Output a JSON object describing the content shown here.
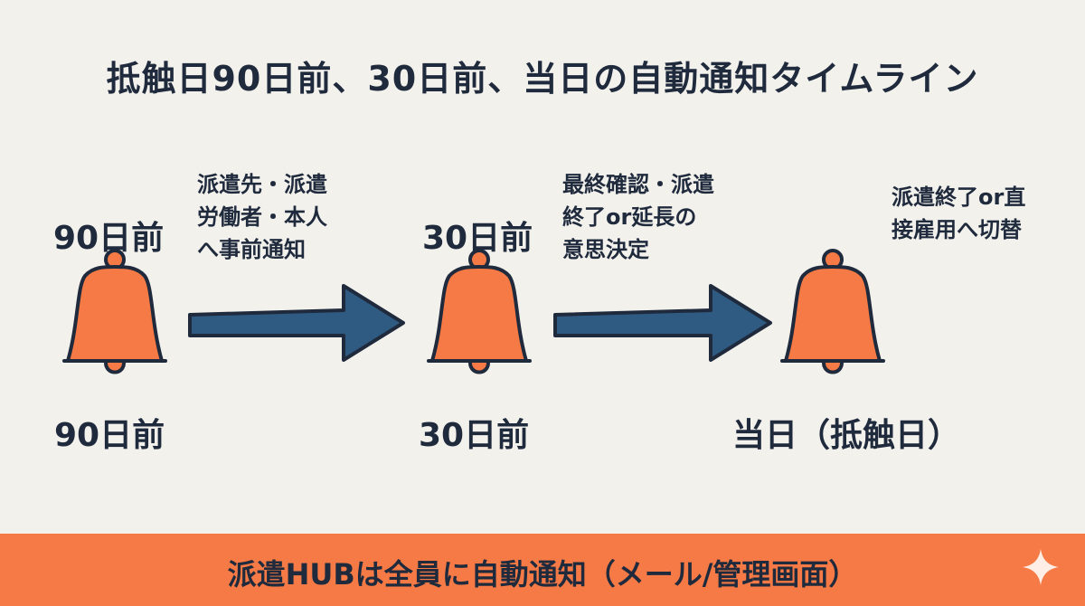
{
  "title": "抵触日90日前、30日前、当日の自動通知タイムライン",
  "milestones": [
    {
      "upper_label": "90日前",
      "lower_label": "90日前",
      "note_lines": [
        "派遣先・派遣",
        "労働者・本人",
        "へ事前通知"
      ]
    },
    {
      "upper_label": "30日前",
      "lower_label": "30日前",
      "note_lines": [
        "最終確認・派遣",
        "終了or延長の",
        "意思決定"
      ]
    },
    {
      "upper_label": "",
      "lower_label": "当日（抵触日）",
      "note_lines": [
        "派遣終了or直",
        "接雇用へ切替"
      ]
    }
  ],
  "banner": {
    "text": "派遣HUBは全員に自動通知（メール/管理画面）"
  },
  "colors": {
    "background": "#f3f1ec",
    "bell": "#f57a45",
    "arrow": "#2f5b82",
    "text": "#1f2a3d",
    "banner": "#f57a45"
  },
  "icons": [
    "bell-icon",
    "arrow-right-icon",
    "sparkle-icon"
  ]
}
